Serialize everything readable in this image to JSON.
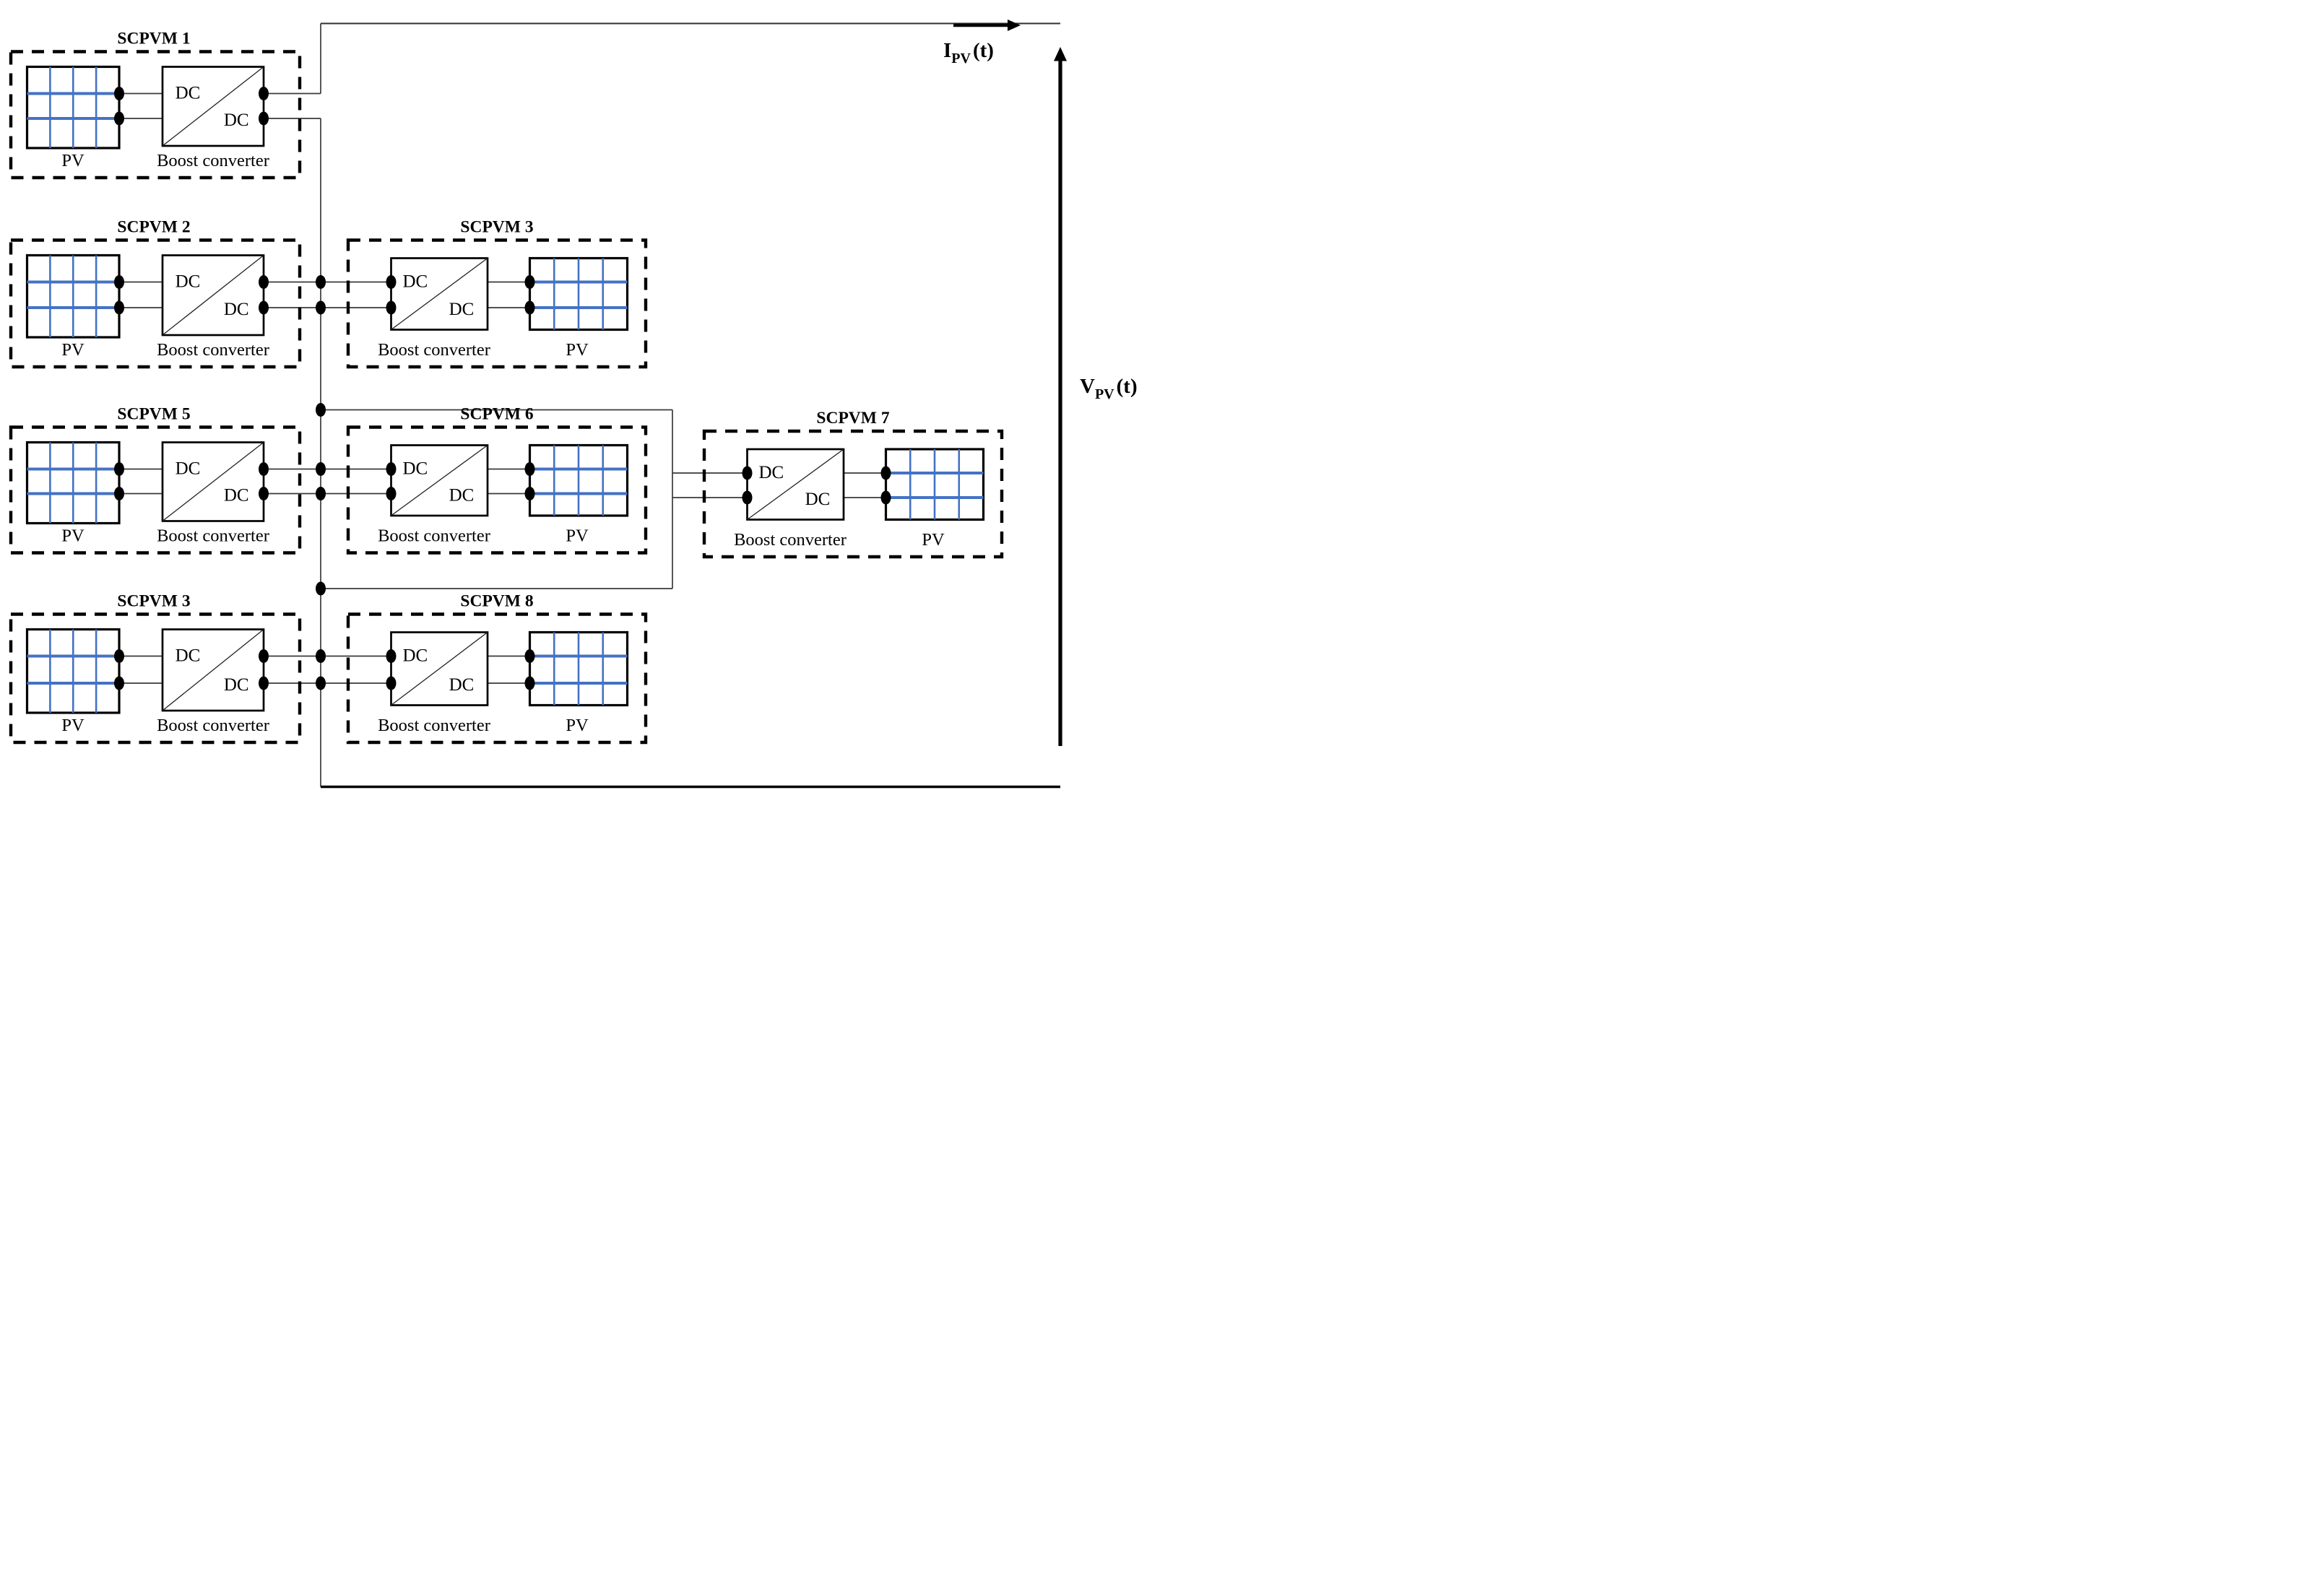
{
  "diagram": {
    "type": "pv-array-circuit",
    "modules": [
      {
        "id": "scpvm1",
        "title": "SCPVM 1",
        "layout": "pv-left",
        "row": "r1",
        "col": "left"
      },
      {
        "id": "scpvm2",
        "title": "SCPVM 2",
        "layout": "pv-left",
        "row": "r2",
        "col": "left"
      },
      {
        "id": "scpvm3",
        "title": "SCPVM 3",
        "layout": "pv-right",
        "row": "r2",
        "col": "center"
      },
      {
        "id": "scpvm5",
        "title": "SCPVM 5",
        "layout": "pv-left",
        "row": "r3",
        "col": "left"
      },
      {
        "id": "scpvm6",
        "title": "SCPVM 6",
        "layout": "pv-right",
        "row": "r3",
        "col": "center"
      },
      {
        "id": "scpvm7",
        "title": "SCPVM 7",
        "layout": "pv-right",
        "row": "r3",
        "col": "right"
      },
      {
        "id": "scpvm3b",
        "title": "SCPVM 3",
        "layout": "pv-left",
        "row": "r4",
        "col": "left"
      },
      {
        "id": "scpvm8",
        "title": "SCPVM 8",
        "layout": "pv-right",
        "row": "r4",
        "col": "center"
      }
    ],
    "labels": {
      "pv": "PV",
      "converter": "Boost converter",
      "dc_top": "DC",
      "dc_bottom": "DC"
    },
    "annotations": {
      "current": {
        "base": "I",
        "sub": "PV",
        "arg": "(t)"
      },
      "voltage": {
        "base": "V",
        "sub": "PV",
        "arg": "(t)"
      }
    },
    "colors": {
      "pv_grid": "#4472C4",
      "wire": "#3a3a3a",
      "dot": "#000000",
      "border": "#000000"
    }
  }
}
